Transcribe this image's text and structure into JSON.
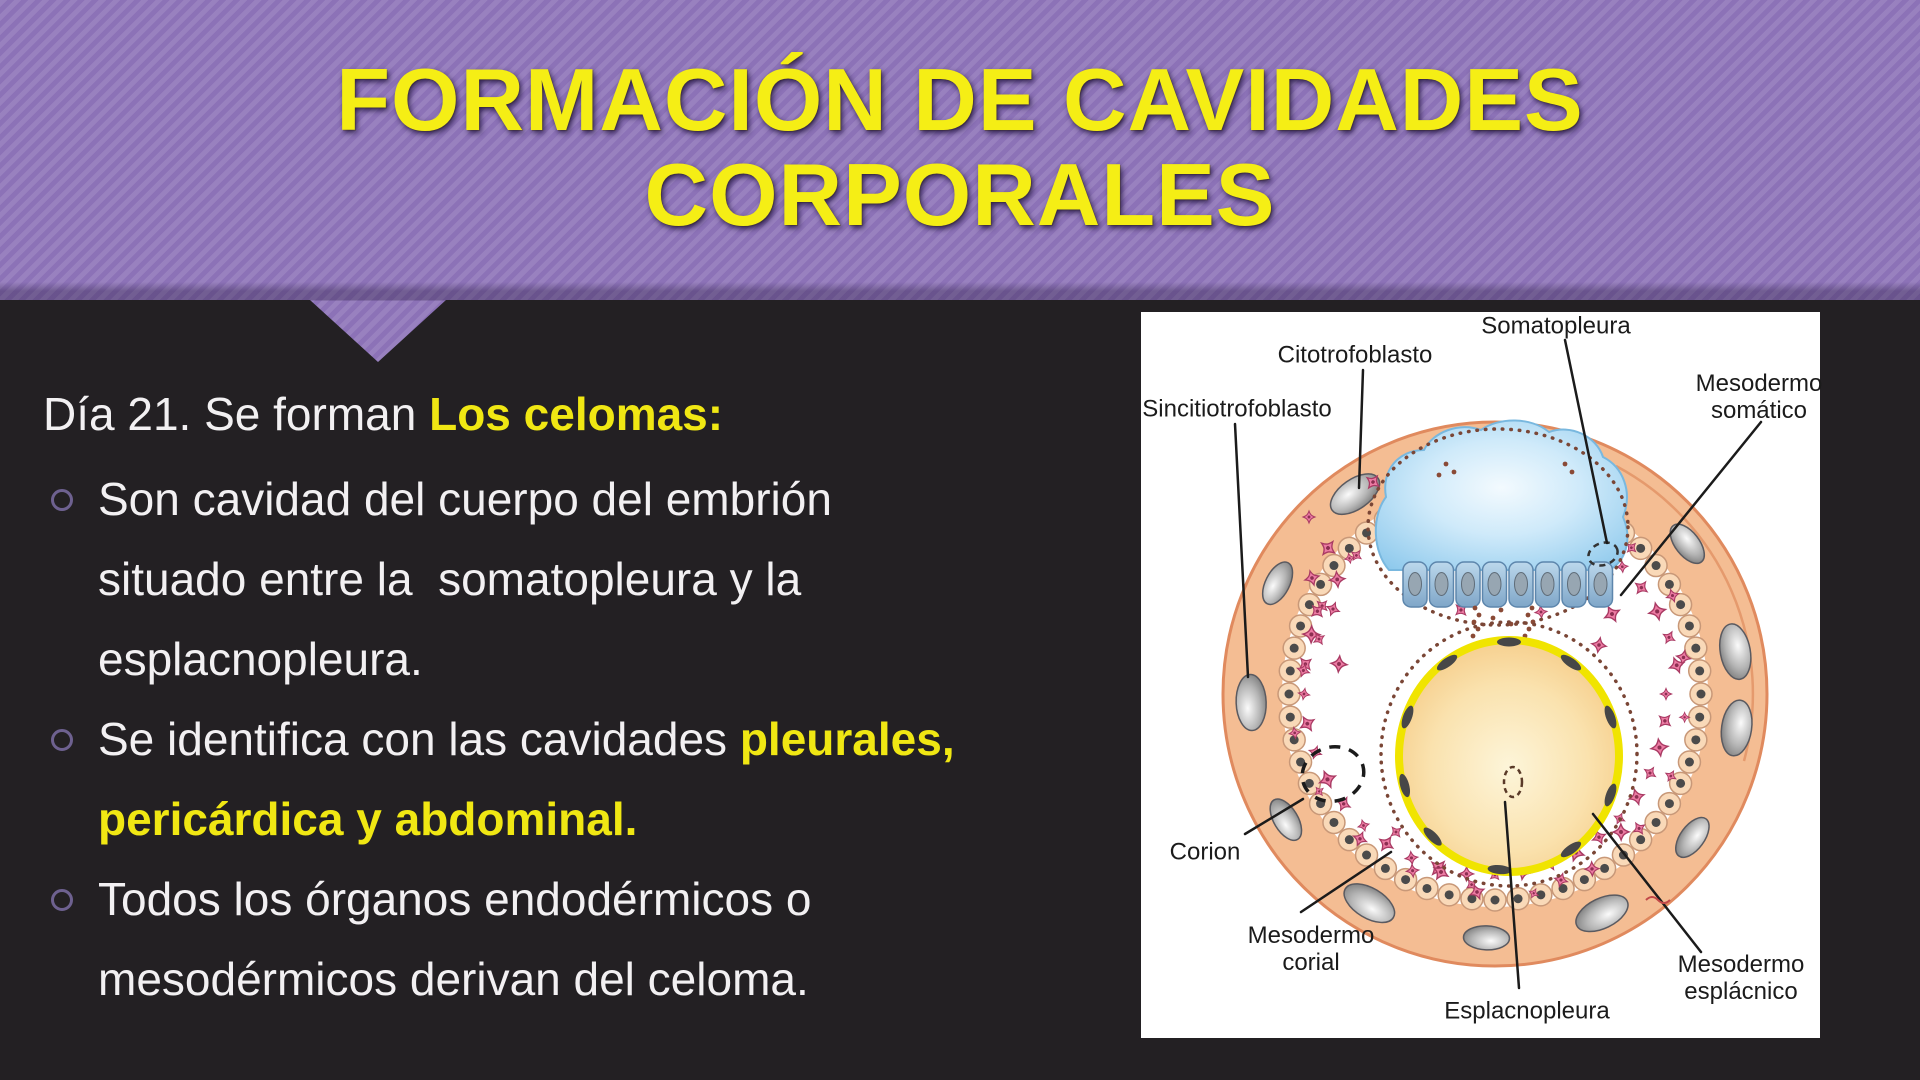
{
  "slide": {
    "title_line1": "FORMACIÓN DE CAVIDADES",
    "title_line2": "CORPORALES",
    "intro_segments": [
      {
        "text": "Día 21. Se forman ",
        "emphasis": false
      },
      {
        "text": "Los celomas:",
        "emphasis": true
      }
    ],
    "bullets": [
      {
        "lines": [
          [
            {
              "text": "Son cavidad del cuerpo del embrión",
              "emphasis": false
            }
          ],
          [
            {
              "text": "situado entre la  somatopleura y la",
              "emphasis": false
            }
          ],
          [
            {
              "text": "esplacnopleura.",
              "emphasis": false
            }
          ]
        ]
      },
      {
        "lines": [
          [
            {
              "text": "Se identifica con las cavidades ",
              "emphasis": false
            },
            {
              "text": "pleurales,",
              "emphasis": true
            }
          ],
          [
            {
              "text": "pericárdica y abdominal.",
              "emphasis": true
            }
          ]
        ]
      },
      {
        "lines": [
          [
            {
              "text": "Todos los órganos endodérmicos o",
              "emphasis": false
            }
          ],
          [
            {
              "text": "mesodérmicos derivan del celoma.",
              "emphasis": false
            }
          ]
        ]
      }
    ],
    "figure": {
      "labels": [
        {
          "id": "citotrofoblasto",
          "text": "Citotrofoblasto"
        },
        {
          "id": "somatopleura",
          "text": "Somatopleura"
        },
        {
          "id": "sincitiotrofoblasto",
          "text": "Sincitiotrofoblasto"
        },
        {
          "id": "mesodermo-somatico",
          "text": "Mesodermo\nsomático"
        },
        {
          "id": "corion",
          "text": "Corion"
        },
        {
          "id": "mesodermo-corial",
          "text": "Mesodermo\ncorial"
        },
        {
          "id": "esplacnopleura",
          "text": "Esplacnopleura"
        },
        {
          "id": "mesodermo-esplacnico",
          "text": "Mesodermo\nesplácnico"
        }
      ]
    },
    "colors": {
      "banner_purple": "#8c72b7",
      "banner_stripe_light": "#9b85c8",
      "title_yellow": "#f5ee15",
      "body_yellow": "#f0e713",
      "background_dark": "#232023",
      "text_white": "#f2f0f2",
      "bullet_ring": "#6e6190",
      "diagram_band_peach": "#f4bd93",
      "diagram_amnion_blue": "#93ccec",
      "diagram_yolk_yellow": "#f0e400",
      "diagram_star_pink": "#ec7ba3"
    }
  }
}
